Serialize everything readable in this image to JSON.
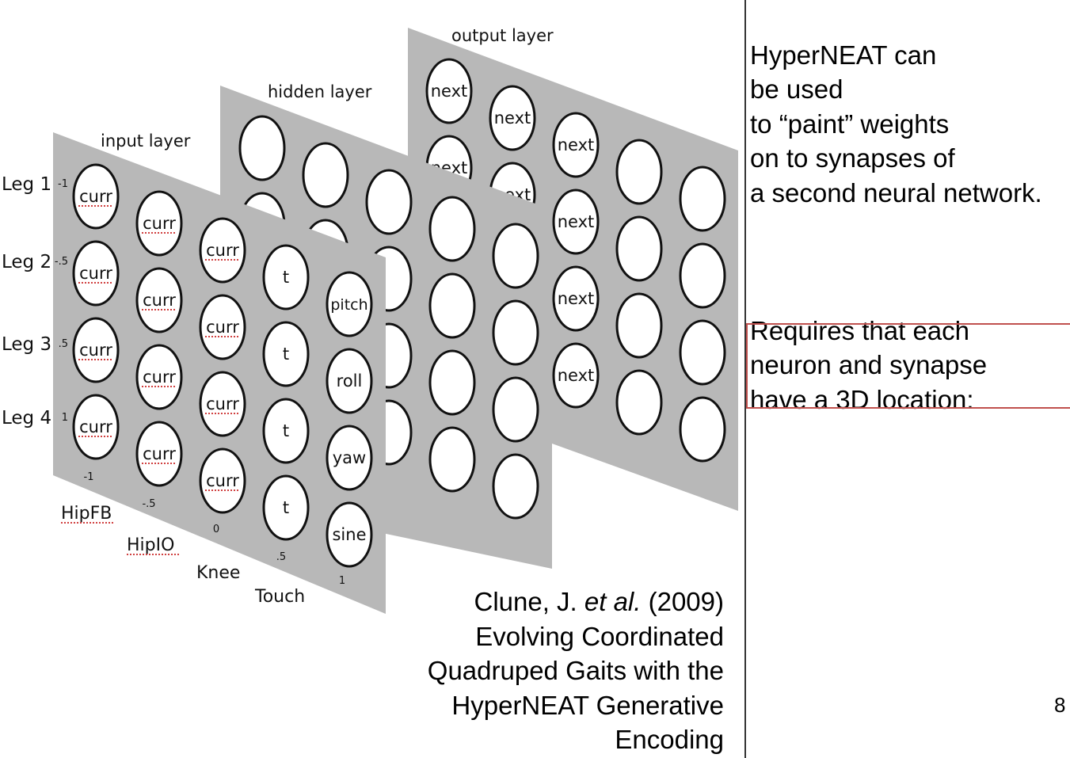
{
  "diagram": {
    "layers": {
      "input": {
        "title": "input layer",
        "row_labels": [
          "Leg 1",
          "Leg 2",
          "Leg 3",
          "Leg 4"
        ],
        "row_coords": [
          "-1",
          "-.5",
          ".5",
          "1"
        ],
        "col_labels": [
          "HipFB",
          "HipIO",
          "Knee",
          "Touch"
        ],
        "col_coords": [
          "-1",
          "-.5",
          "0",
          ".5",
          "1"
        ],
        "columns": [
          [
            "curr",
            "curr",
            "curr",
            "curr"
          ],
          [
            "curr",
            "curr",
            "curr",
            "curr"
          ],
          [
            "curr",
            "curr",
            "curr",
            "curr"
          ],
          [
            "t",
            "t",
            "t",
            "t"
          ],
          [
            "pitch",
            "roll",
            "yaw",
            "sine"
          ]
        ]
      },
      "hidden": {
        "title": "hidden layer"
      },
      "output": {
        "title": "output layer",
        "columns": [
          [
            "next",
            "next",
            "",
            ""
          ],
          [
            "next",
            "next",
            "",
            ""
          ],
          [
            "next",
            "next",
            "next",
            "next"
          ],
          [
            "",
            "",
            "",
            ""
          ],
          [
            "",
            "",
            "",
            ""
          ]
        ]
      }
    },
    "colors": {
      "panel": "#b8b8b8",
      "neuron_fill": "#ffffff",
      "neuron_stroke": "#111111",
      "spellcheck_underline": "#d04040"
    }
  },
  "side_text": {
    "paragraph1": [
      "HyperNEAT can",
      "be used",
      "to “paint” weights",
      "on to synapses of",
      "a second neural network."
    ],
    "paragraph2": [
      "Requires that each",
      "neuron and synapse",
      "have a 3D location:"
    ]
  },
  "highlight_box": {
    "border_color": "#c0504d",
    "content": ""
  },
  "citation": {
    "author": "Clune, J. ",
    "etal": "et al.",
    "year": " (2009)",
    "title_lines": [
      "Evolving Coordinated",
      "Quadruped Gaits with the",
      "HyperNEAT Generative",
      "Encoding"
    ]
  },
  "page_number": "8"
}
